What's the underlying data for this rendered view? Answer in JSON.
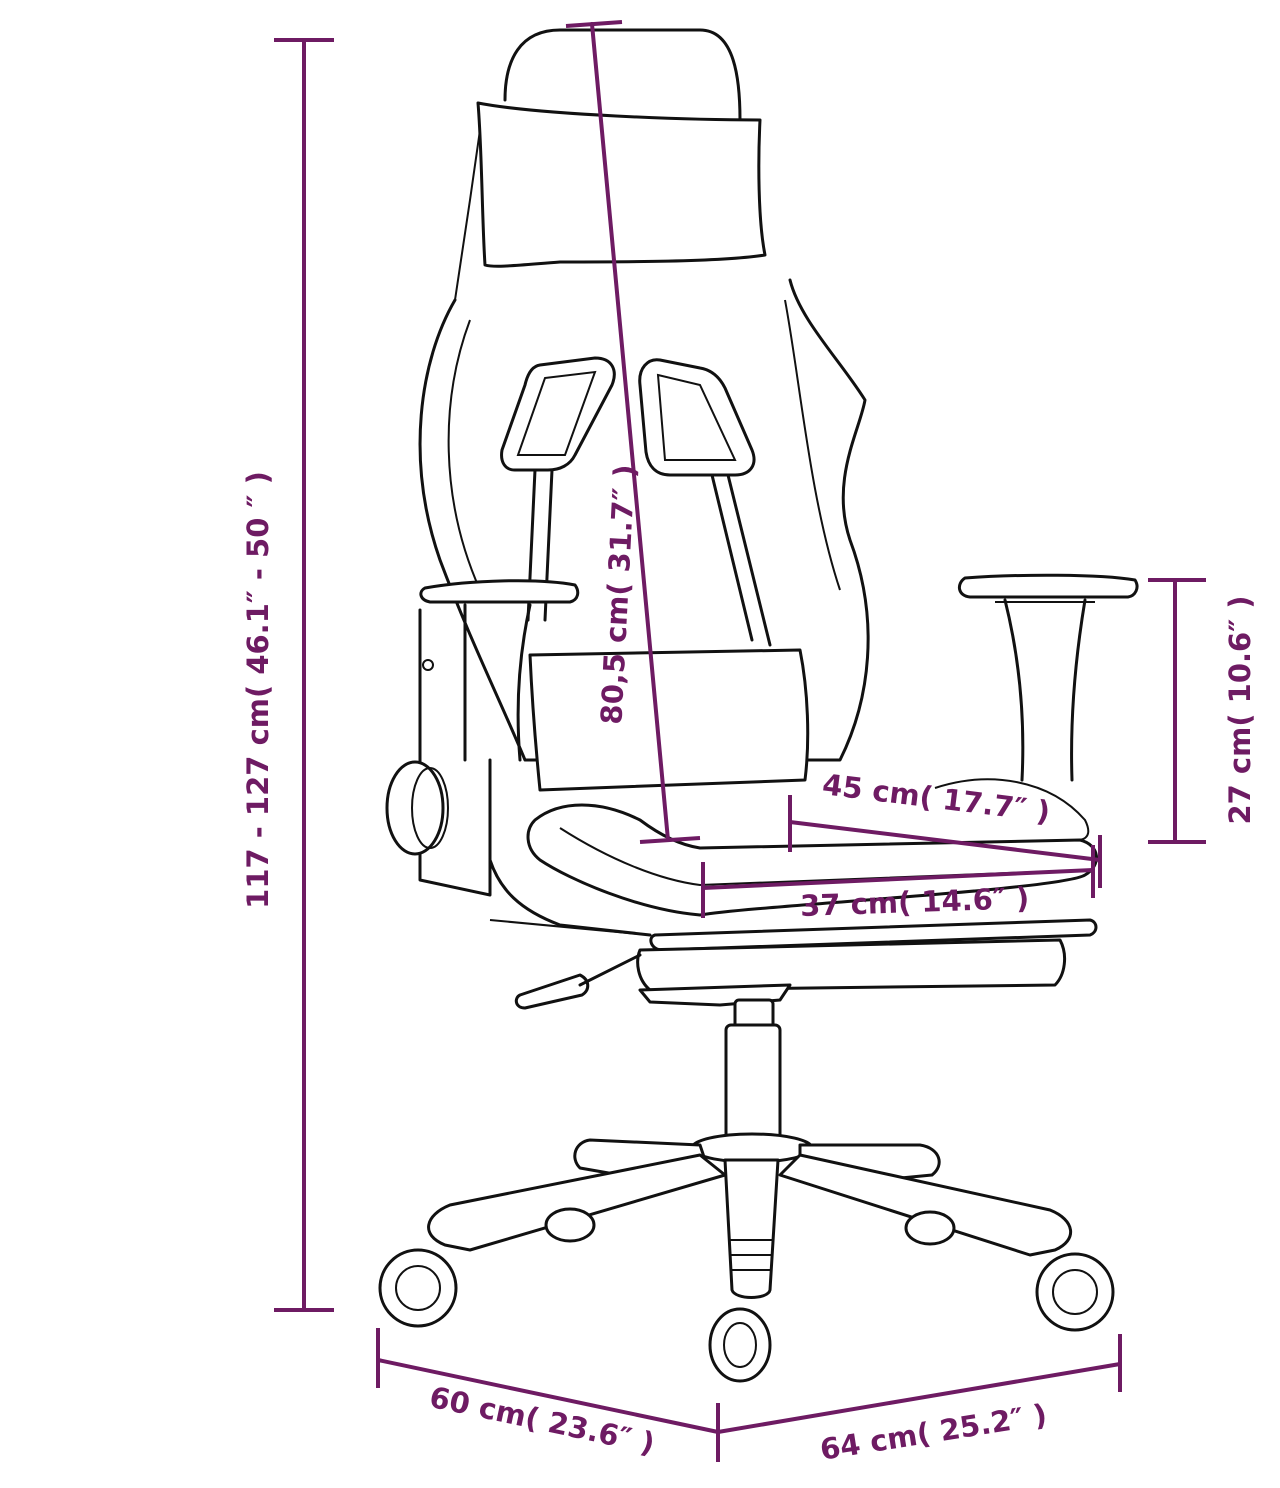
{
  "dimensions": {
    "total_height": "117 - 127 cm( 46.1″  - 50  ″ )",
    "backrest_height": "80,5 cm( 31.7″ )",
    "seat_depth": "45 cm( 17.7″  )",
    "seat_width": "37 cm( 14.6″  )",
    "armrest_height": "27 cm( 10.6″  )",
    "base_depth": "60 cm( 23.6″  )",
    "base_width": "64 cm( 25.2″  )"
  },
  "colors": {
    "dimension": "#6e1b63",
    "outline": "#111111",
    "background": "#ffffff"
  }
}
